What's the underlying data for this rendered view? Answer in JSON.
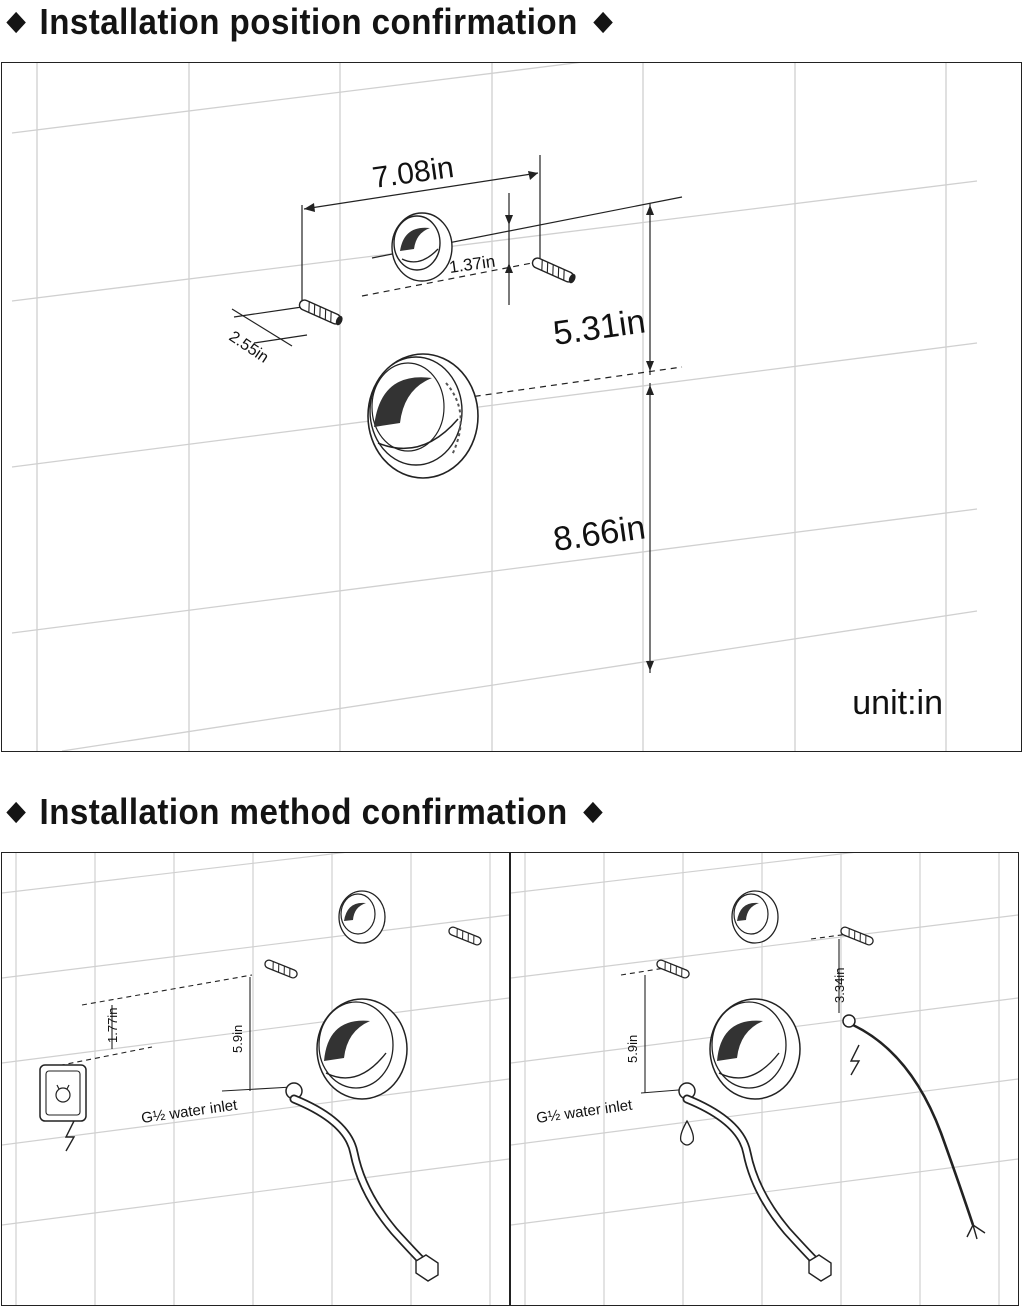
{
  "headings": {
    "position": "Installation position confirmation",
    "method": "Installation method confirmation"
  },
  "top_panel": {
    "dim_horizontal": "7.08in",
    "dim_small_vertical": "1.37in",
    "dim_screw_length": "2.55in",
    "dim_mid_vertical": "5.31in",
    "dim_low_vertical": "8.66in",
    "unit": "unit:in"
  },
  "left_panel": {
    "dim_outlet_offset": "1.77in",
    "dim_inlet_drop": "5.9in",
    "water_inlet": "G½ water inlet",
    "icons": [
      "power-outlet-icon",
      "lightning-icon"
    ]
  },
  "right_panel": {
    "dim_inlet_drop": "5.9in",
    "dim_cable_drop": "3.34in",
    "water_inlet": "G½ water inlet",
    "icons": [
      "water-drop-icon",
      "lightning-icon"
    ]
  },
  "colors": {
    "ink": "#141414",
    "grid": "#cfcfcf"
  }
}
